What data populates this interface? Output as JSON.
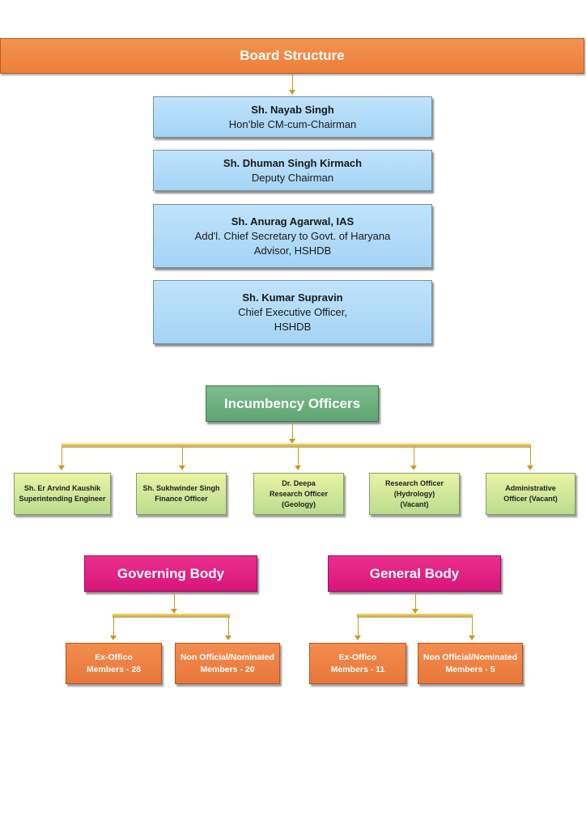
{
  "banner": {
    "title": "Board Structure"
  },
  "board": [
    {
      "name": "Sh. Nayab Singh",
      "lines": [
        "Hon’ble CM-cum-Chairman"
      ]
    },
    {
      "name": "Sh. Dhuman Singh Kirmach",
      "lines": [
        "Deputy Chairman"
      ]
    },
    {
      "name": "Sh. Anurag Agarwal, IAS",
      "lines": [
        "Add'l. Chief Secretary to Govt. of Haryana",
        "Advisor, HSHDB"
      ]
    },
    {
      "name": "Sh. Kumar Supravin",
      "lines": [
        "Chief Executive Officer,",
        "HSHDB"
      ]
    }
  ],
  "incumbency": {
    "title": "Incumbency Officers",
    "officers": [
      {
        "lines": [
          "Sh. Er Arvind Kaushik",
          "Superintending Engineer"
        ]
      },
      {
        "lines": [
          "Sh. Sukhwinder Singh",
          "Finance Officer"
        ]
      },
      {
        "lines": [
          "Dr. Deepa",
          "Research Officer",
          "(Geology)"
        ]
      },
      {
        "lines": [
          "Research Officer",
          "(Hydrology)",
          "(Vacant)"
        ]
      },
      {
        "lines": [
          "Administrative",
          "Officer (Vacant)"
        ]
      }
    ]
  },
  "governing_body": {
    "title": "Governing Body",
    "members": [
      {
        "lines": [
          "Ex-Offico",
          "Members - 28"
        ]
      },
      {
        "lines": [
          "Non Official/Nominated",
          "Members - 20"
        ]
      }
    ]
  },
  "general_body": {
    "title": "General Body",
    "members": [
      {
        "lines": [
          "Ex-Offico",
          "Members - 11"
        ]
      },
      {
        "lines": [
          "Non Official/Nominated",
          "Members - 5"
        ]
      }
    ]
  },
  "colors": {
    "banner": "#ec7f3b",
    "person_box": "#a4d4f5",
    "incumbency_header": "#5fa472",
    "officer_box": "#b9dd8d",
    "body_header": "#d8157a",
    "member_box": "#e9763a",
    "connector": "#d7a928"
  }
}
